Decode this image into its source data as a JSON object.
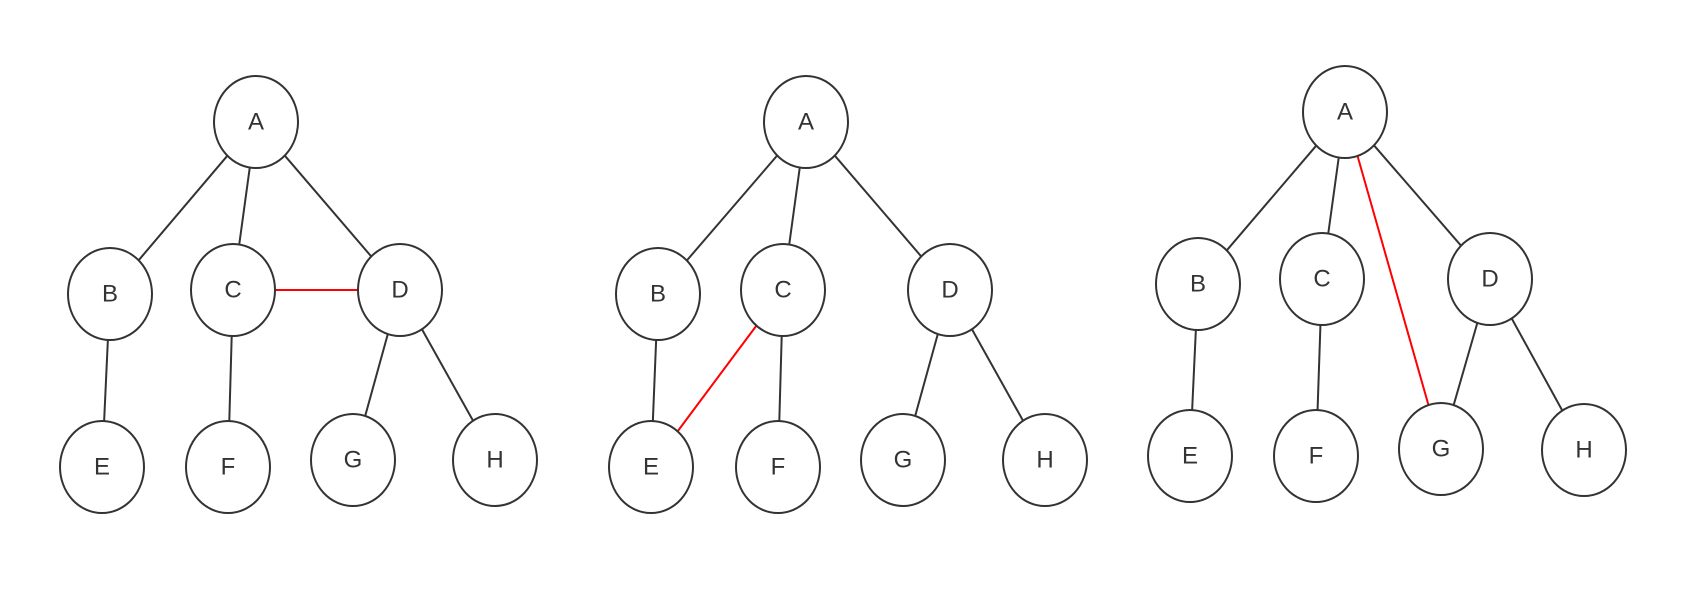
{
  "colors": {
    "node_stroke": "#333333",
    "edge": "#333333",
    "highlight": "#ff0000",
    "background": "#ffffff"
  },
  "trees": [
    {
      "nodes": [
        {
          "id": "A",
          "label": "A"
        },
        {
          "id": "B",
          "label": "B"
        },
        {
          "id": "C",
          "label": "C"
        },
        {
          "id": "D",
          "label": "D"
        },
        {
          "id": "E",
          "label": "E"
        },
        {
          "id": "F",
          "label": "F"
        },
        {
          "id": "G",
          "label": "G"
        },
        {
          "id": "H",
          "label": "H"
        }
      ],
      "edges": [
        {
          "from": "A",
          "to": "B"
        },
        {
          "from": "A",
          "to": "C"
        },
        {
          "from": "A",
          "to": "D"
        },
        {
          "from": "B",
          "to": "E"
        },
        {
          "from": "C",
          "to": "F"
        },
        {
          "from": "D",
          "to": "G"
        },
        {
          "from": "D",
          "to": "H"
        }
      ],
      "highlight_edge": {
        "from": "C",
        "to": "D"
      }
    },
    {
      "nodes": [
        {
          "id": "A",
          "label": "A"
        },
        {
          "id": "B",
          "label": "B"
        },
        {
          "id": "C",
          "label": "C"
        },
        {
          "id": "D",
          "label": "D"
        },
        {
          "id": "E",
          "label": "E"
        },
        {
          "id": "F",
          "label": "F"
        },
        {
          "id": "G",
          "label": "G"
        },
        {
          "id": "H",
          "label": "H"
        }
      ],
      "edges": [
        {
          "from": "A",
          "to": "B"
        },
        {
          "from": "A",
          "to": "C"
        },
        {
          "from": "A",
          "to": "D"
        },
        {
          "from": "B",
          "to": "E"
        },
        {
          "from": "C",
          "to": "F"
        },
        {
          "from": "D",
          "to": "G"
        },
        {
          "from": "D",
          "to": "H"
        }
      ],
      "highlight_edge": {
        "from": "C",
        "to": "E"
      }
    },
    {
      "nodes": [
        {
          "id": "A",
          "label": "A"
        },
        {
          "id": "B",
          "label": "B"
        },
        {
          "id": "C",
          "label": "C"
        },
        {
          "id": "D",
          "label": "D"
        },
        {
          "id": "E",
          "label": "E"
        },
        {
          "id": "F",
          "label": "F"
        },
        {
          "id": "G",
          "label": "G"
        },
        {
          "id": "H",
          "label": "H"
        }
      ],
      "edges": [
        {
          "from": "A",
          "to": "B"
        },
        {
          "from": "A",
          "to": "C"
        },
        {
          "from": "A",
          "to": "D"
        },
        {
          "from": "B",
          "to": "E"
        },
        {
          "from": "C",
          "to": "F"
        },
        {
          "from": "D",
          "to": "G"
        },
        {
          "from": "D",
          "to": "H"
        }
      ],
      "highlight_edge": {
        "from": "A",
        "to": "G"
      }
    }
  ]
}
